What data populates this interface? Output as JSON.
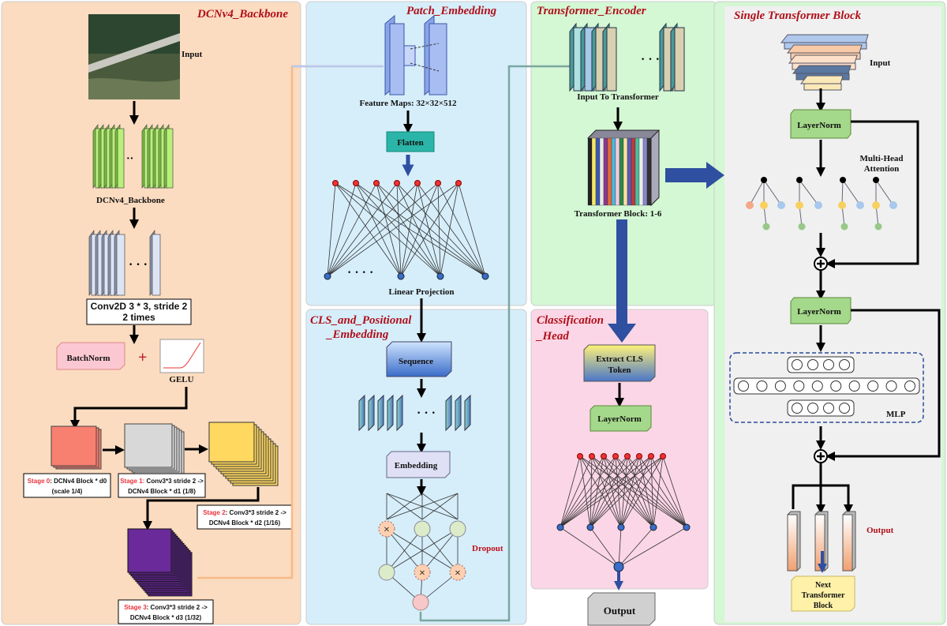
{
  "colors": {
    "backbone_bg": "#fbdcc0",
    "patch_bg": "#d6eefa",
    "encoder_bg": "#d4f7d4",
    "head_bg": "#fbd6e6",
    "block_bg": "#f0f0f0",
    "title": "#b0101a",
    "accent_arrow": "#2f4fa0"
  },
  "backbone": {
    "title": "DCNv4_Backbone",
    "input": "Input",
    "stack_label": "DCNv4_Backbone",
    "conv_line1": "Conv2D 3 * 3, stride 2",
    "conv_line2": "2 times",
    "batchnorm": "BatchNorm",
    "plus": "+",
    "gelu": "GELU",
    "stages": [
      {
        "stage": "Stage 0",
        "line1": ": DCNv4 Block * d0",
        "line2": "(scale 1/4)"
      },
      {
        "stage": "Stage 1:",
        "line1": " Conv3*3 stride 2 ->",
        "line2": "DCNv4 Block * d1 (1/8)"
      },
      {
        "stage": "Stage 2",
        "line1": ": Conv3*3 stride 2  ->",
        "line2": "DCNv4 Block * d2 (1/16)"
      },
      {
        "stage": "Stage 3",
        "line1": ": Conv3*3 stride 2  ->",
        "line2": "DCNv4 Block * d3 (1/32)"
      }
    ]
  },
  "patch": {
    "title": "Patch_Embedding",
    "feature_maps": "Feature Maps: 32×32×512",
    "flatten": "Flatten",
    "dots": "· · · ·",
    "linear": "Linear Projection"
  },
  "cls": {
    "title1": "CLS_and_Positional",
    "title2": "_Embedding",
    "sequence": "Sequence",
    "dots": "· · ·",
    "embedding": "Embedding",
    "dropout": "Dropout"
  },
  "encoder": {
    "title": "Transformer_Encoder",
    "dots": "· · ·",
    "input": "Input To Transformer",
    "block": "Transformer Block: 1-6"
  },
  "head": {
    "title1": "Classification",
    "title2": "_Head",
    "extract1": "Extract CLS",
    "extract2": "Token",
    "layernorm": "LayerNorm",
    "output": "Output"
  },
  "block": {
    "title": "Single Transformer Block",
    "input": "Input",
    "layernorm1": "LayerNorm",
    "mha1": "Multi-Head",
    "mha2": "Attention",
    "layernorm2": "LayerNorm",
    "mlp": "MLP",
    "output": "Output",
    "next1": "Next",
    "next2": "Transformer",
    "next3": "Block"
  }
}
